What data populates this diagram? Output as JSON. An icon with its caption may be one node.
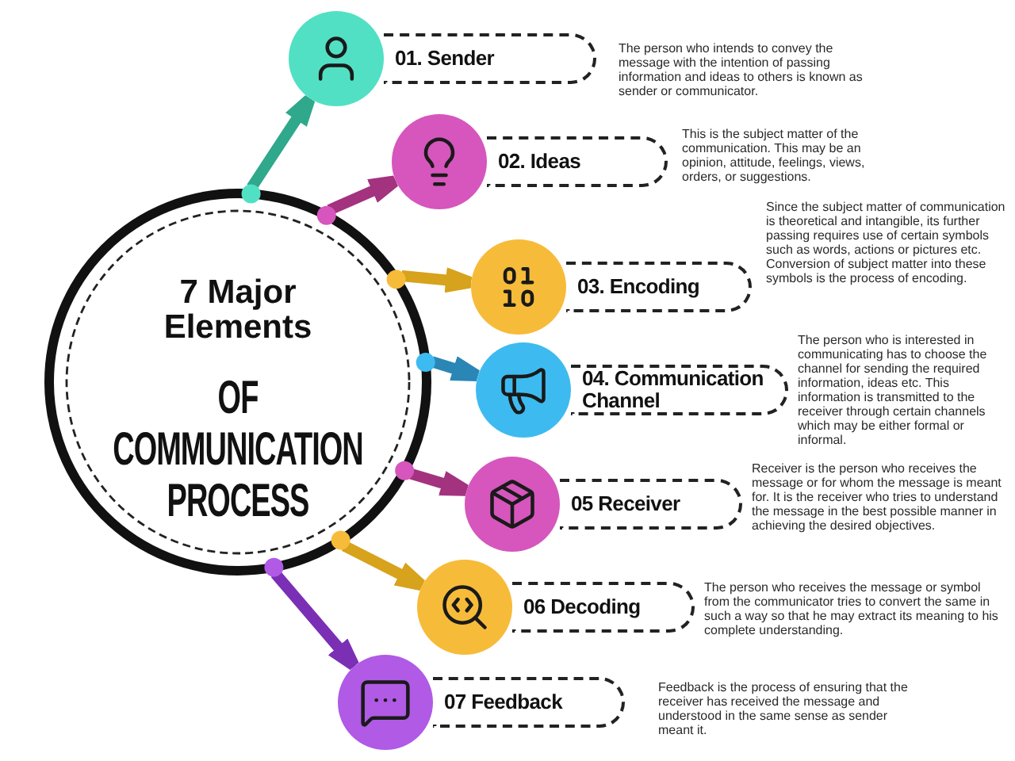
{
  "diagram": {
    "nodes": [
      {
        "text": [
          "7 Major Elements",
          "OF COMMUNICATION PROCESS"
        ]
      },
      {
        "text": [],
        "shape": "circle"
      },
      {
        "text": [
          "01. Sender"
        ],
        "beside": [
          "The person who intends to convey the message with the intention of passing information and ideas to others is known as sender or communicator."
        ]
      },
      {
        "text": [],
        "shape": "circle"
      },
      {
        "text": [
          "02. Ideas"
        ],
        "beside": [
          "This is the subject matter of the communication. This may be an opinion, attitude, feelings, views, orders, or suggestions."
        ]
      },
      {
        "text": [],
        "shape": "circle"
      },
      {
        "text": [
          "03. Encoding"
        ],
        "beside": [
          "Since the subject matter of communication is theoretical and intangible, its further passing requires use of certain symbols such as words, actions or pictures etc. Conversion of subject matter into these symbols is the process of encoding."
        ]
      },
      {
        "text": [],
        "shape": "circle"
      },
      {
        "text": [
          "04. Communication Channel"
        ],
        "beside": [
          "The person who is interested in communicating has to choose the channel for sending the required information, ideas etc. This information is transmitted to the receiver through certain channels which may be either formal or informal."
        ]
      },
      {
        "text": [],
        "shape": "circle"
      },
      {
        "text": [
          "05 Receiver"
        ],
        "beside": [
          "Receiver is the person who receives the message or for whom the message is meant for. It is the receiver who tries to understand the message in the best possible manner in achieving the desired objectives."
        ]
      },
      {
        "text": [],
        "shape": "circle"
      },
      {
        "text": [
          "06 Decoding"
        ],
        "beside": [
          "The person who receives the message or symbol from the communicator tries to convert the same in such a way so that he may extract its meaning to his complete understanding."
        ]
      },
      {
        "text": [],
        "shape": "circle"
      },
      {
        "text": [
          "07 Feedback"
        ],
        "beside": [
          "Feedback is the process of ensuring that the receiver has received the message and understood in the same sense as sender meant it."
        ]
      }
    ],
    "edges": [
      {
        "from": 0,
        "to": 1,
        "arrow": "to",
        "color": "#2fa88c"
      },
      {
        "from": 0,
        "to": 3,
        "arrow": "to",
        "color": "#a3327f"
      },
      {
        "from": 0,
        "to": 5,
        "arrow": "to",
        "color": "#d7a21c"
      },
      {
        "from": 0,
        "to": 7,
        "arrow": "to",
        "color": "#2a86b5"
      },
      {
        "from": 0,
        "to": 9,
        "arrow": "to",
        "color": "#a3327f"
      },
      {
        "from": 0,
        "to": 11,
        "arrow": "to",
        "color": "#d7a21c"
      },
      {
        "from": 0,
        "to": 13,
        "arrow": "to",
        "color": "#7b2fb5"
      }
    ]
  }
}
